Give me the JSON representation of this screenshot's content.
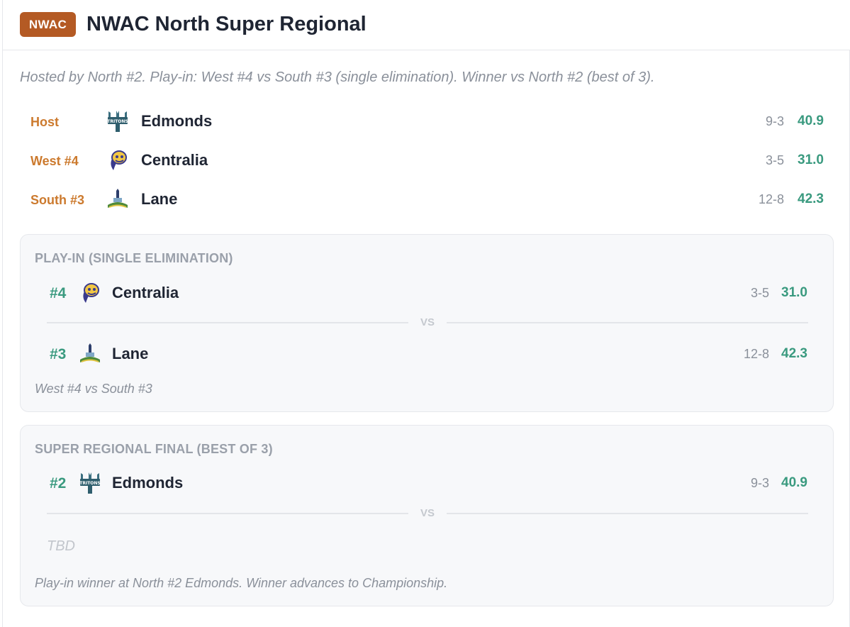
{
  "header": {
    "badge": "NWAC",
    "title": "NWAC North Super Regional"
  },
  "subtitle": "Hosted by North #2. Play-in: West #4 vs South #3 (single elimination). Winner vs North #2 (best of 3).",
  "teams": [
    {
      "label": "Host",
      "name": "Edmonds",
      "logo": "tritons-logo",
      "record": "9-3",
      "rating": "40.9"
    },
    {
      "label": "West #4",
      "name": "Centralia",
      "logo": "blazers-logo",
      "record": "3-5",
      "rating": "31.0"
    },
    {
      "label": "South #3",
      "name": "Lane",
      "logo": "titans-logo",
      "record": "12-8",
      "rating": "42.3"
    }
  ],
  "playin": {
    "heading": "PLAY-IN (SINGLE ELIMINATION)",
    "top": {
      "seed": "#4",
      "name": "Centralia",
      "record": "3-5",
      "rating": "31.0"
    },
    "vs": "VS",
    "bottom": {
      "seed": "#3",
      "name": "Lane",
      "record": "12-8",
      "rating": "42.3"
    },
    "note": "West #4 vs South #3"
  },
  "final": {
    "heading": "SUPER REGIONAL FINAL (BEST OF 3)",
    "top": {
      "seed": "#2",
      "name": "Edmonds",
      "record": "9-3",
      "rating": "40.9"
    },
    "vs": "VS",
    "bottom": {
      "placeholder": "TBD"
    },
    "note": "Play-in winner at North #2 Edmonds. Winner advances to Championship."
  },
  "colors": {
    "badge": "#b45a24",
    "label_orange": "#cc7a2e",
    "rating_green": "#3a9a7f",
    "muted": "#8a909a"
  }
}
